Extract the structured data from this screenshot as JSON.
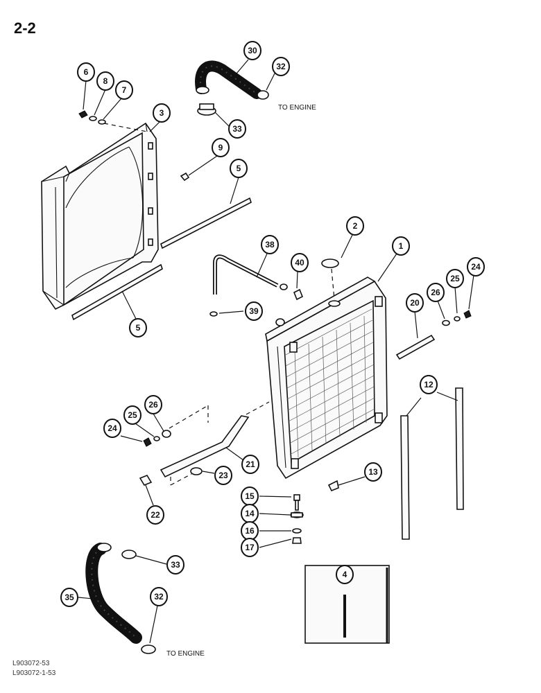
{
  "page": {
    "number": "2-2"
  },
  "notes": {
    "to_engine_top": "TO ENGINE",
    "to_engine_bottom": "TO ENGINE"
  },
  "footer": {
    "line1": "L903072-53",
    "line2": "L903072-1-53"
  },
  "callouts": [
    {
      "id": "c30",
      "label": "30"
    },
    {
      "id": "c32a",
      "label": "32"
    },
    {
      "id": "c33a",
      "label": "33"
    },
    {
      "id": "c6",
      "label": "6"
    },
    {
      "id": "c8",
      "label": "8"
    },
    {
      "id": "c7",
      "label": "7"
    },
    {
      "id": "c3",
      "label": "3"
    },
    {
      "id": "c9",
      "label": "9"
    },
    {
      "id": "c5a",
      "label": "5"
    },
    {
      "id": "c5b",
      "label": "5"
    },
    {
      "id": "c2",
      "label": "2"
    },
    {
      "id": "c1",
      "label": "1"
    },
    {
      "id": "c38",
      "label": "38"
    },
    {
      "id": "c40",
      "label": "40"
    },
    {
      "id": "c39",
      "label": "39"
    },
    {
      "id": "c20",
      "label": "20"
    },
    {
      "id": "c26a",
      "label": "26"
    },
    {
      "id": "c25a",
      "label": "25"
    },
    {
      "id": "c24a",
      "label": "24"
    },
    {
      "id": "c12",
      "label": "12"
    },
    {
      "id": "c26b",
      "label": "26"
    },
    {
      "id": "c25b",
      "label": "25"
    },
    {
      "id": "c24b",
      "label": "24"
    },
    {
      "id": "c21",
      "label": "21"
    },
    {
      "id": "c23",
      "label": "23"
    },
    {
      "id": "c22",
      "label": "22"
    },
    {
      "id": "c13",
      "label": "13"
    },
    {
      "id": "c15",
      "label": "15"
    },
    {
      "id": "c14",
      "label": "14"
    },
    {
      "id": "c16",
      "label": "16"
    },
    {
      "id": "c17",
      "label": "17"
    },
    {
      "id": "c4",
      "label": "4"
    },
    {
      "id": "c33b",
      "label": "33"
    },
    {
      "id": "c35",
      "label": "35"
    },
    {
      "id": "c32b",
      "label": "32"
    }
  ]
}
